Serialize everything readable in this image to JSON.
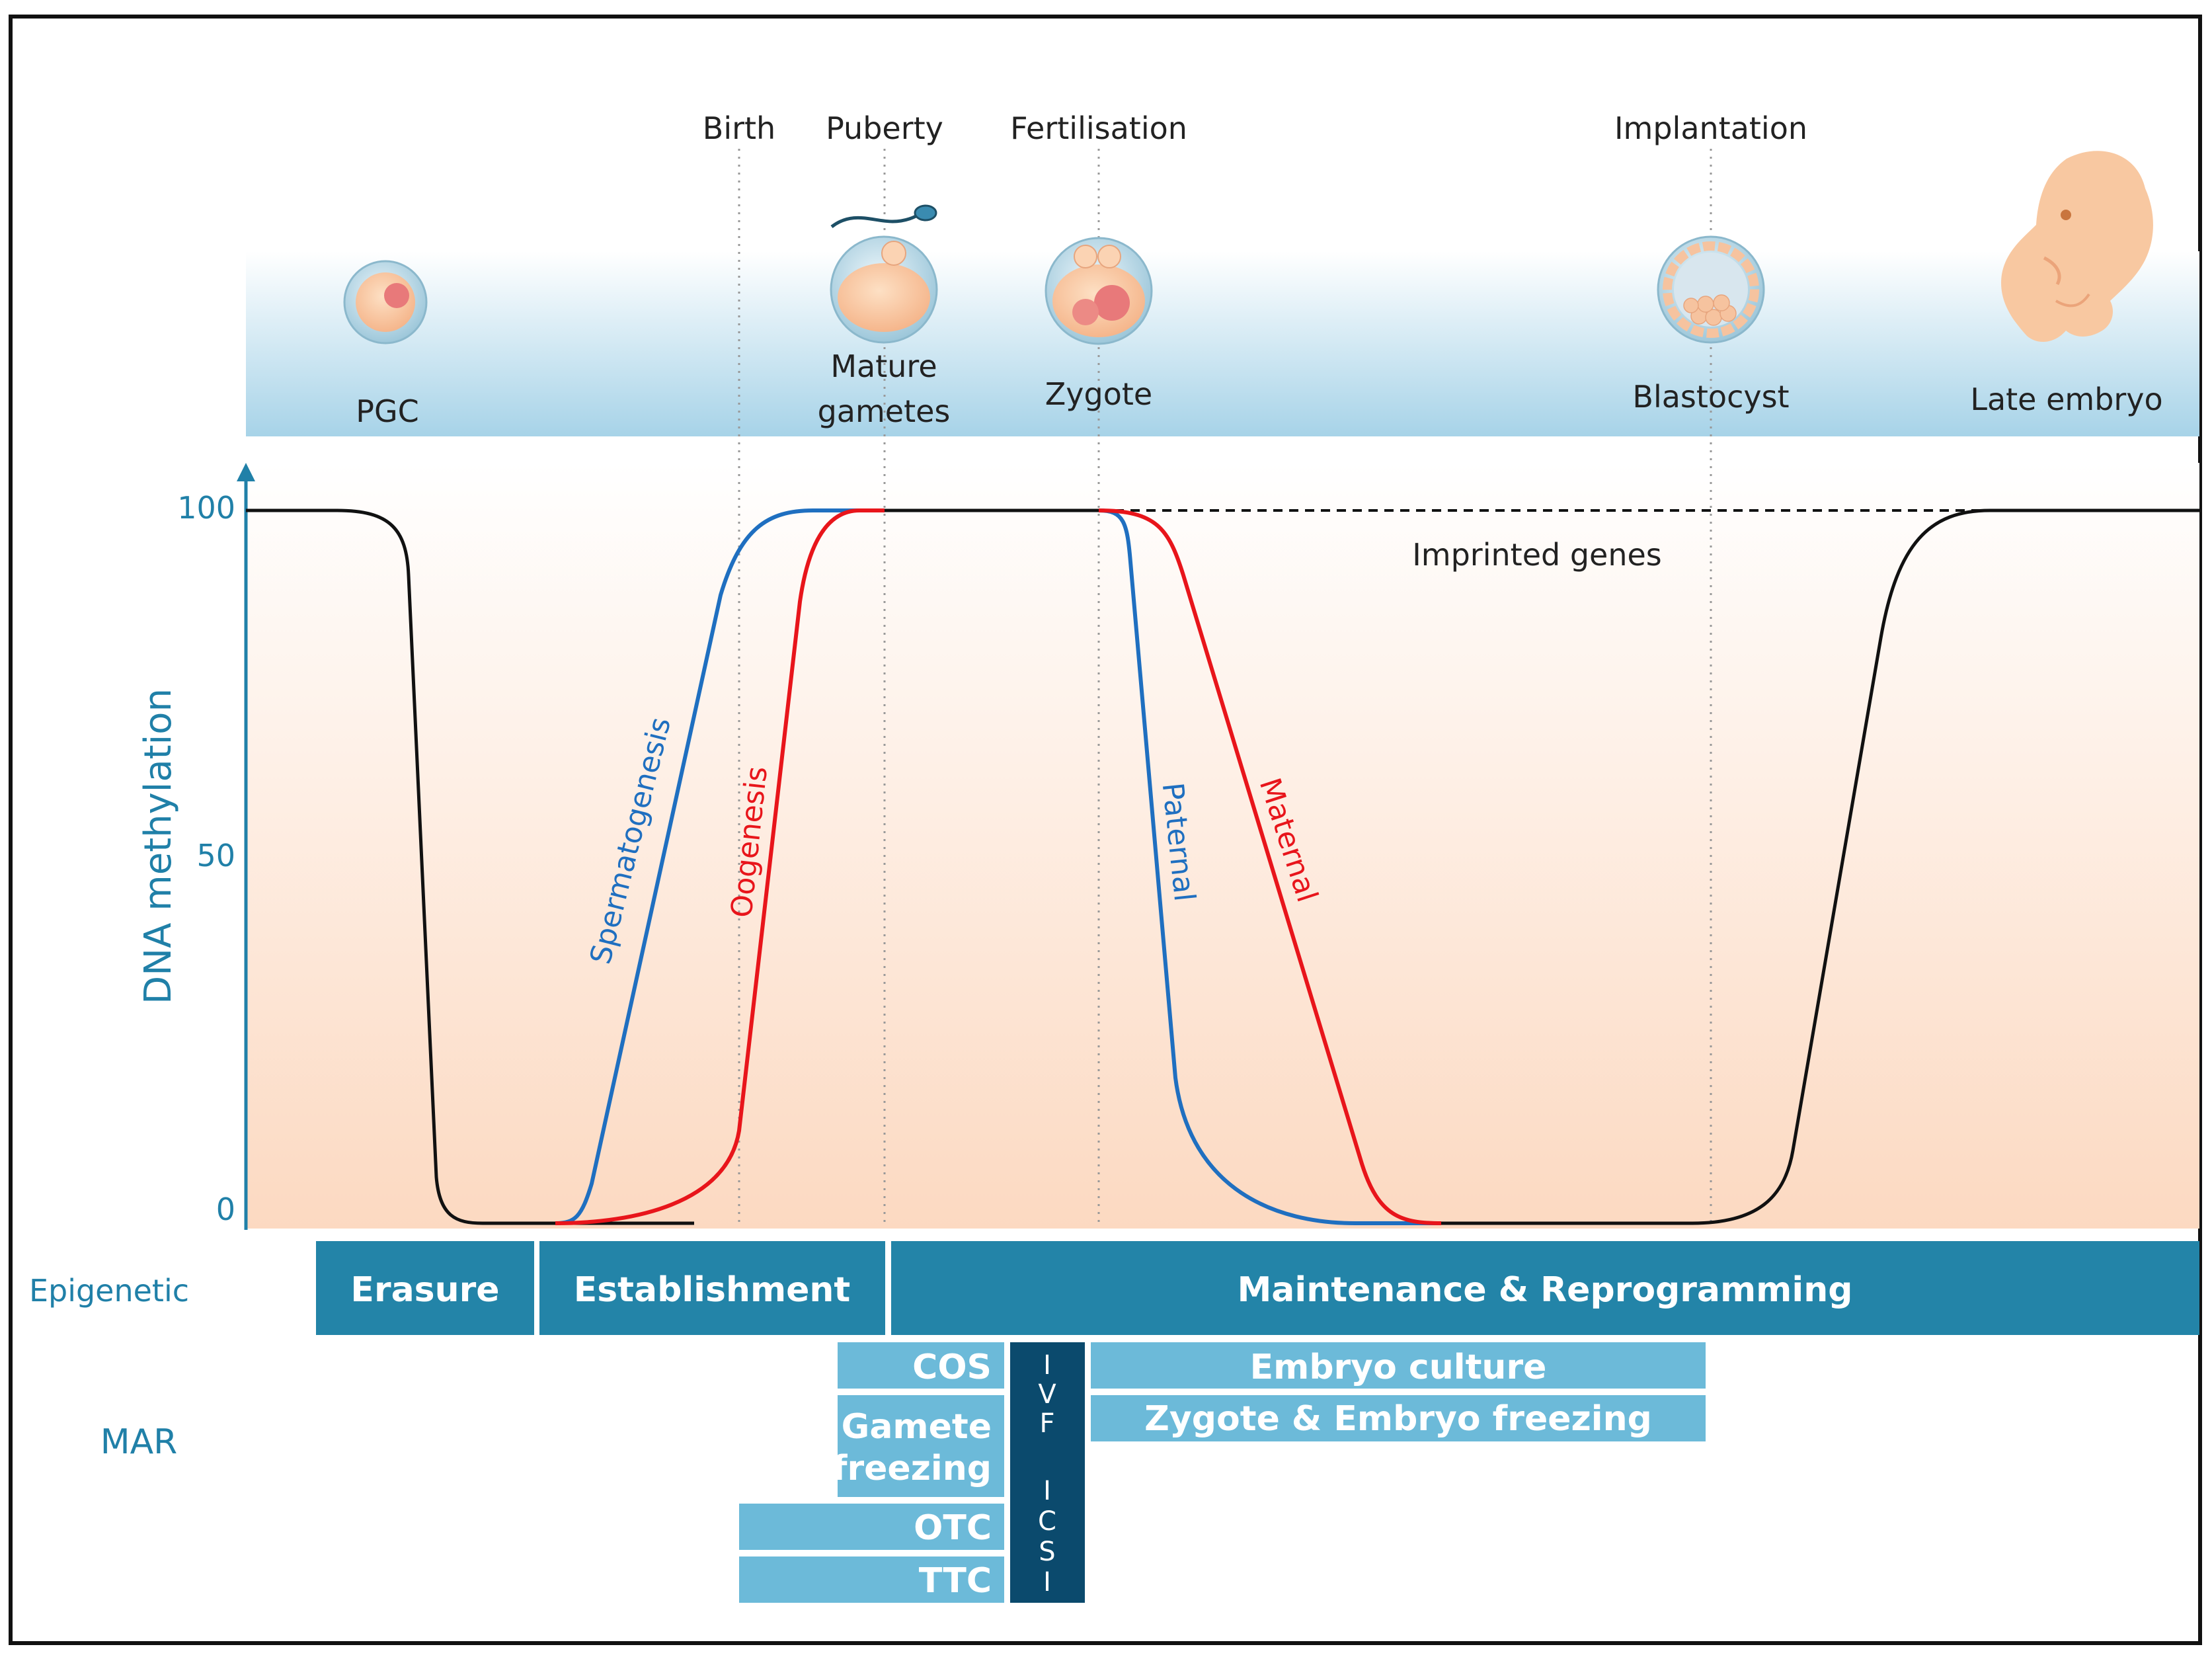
{
  "stages": [
    {
      "key": "pgc",
      "label_lines": [
        "PGC"
      ]
    },
    {
      "key": "gametes",
      "label_lines": [
        "Mature",
        "gametes"
      ]
    },
    {
      "key": "zygote",
      "label_lines": [
        "Zygote"
      ]
    },
    {
      "key": "blastocyst",
      "label_lines": [
        "Blastocyst"
      ]
    },
    {
      "key": "late-embryo",
      "label_lines": [
        "Late embryo"
      ]
    }
  ],
  "events": [
    {
      "key": "birth",
      "label": "Birth"
    },
    {
      "key": "puberty",
      "label": "Puberty"
    },
    {
      "key": "fertilisation",
      "label": "Fertilisation"
    },
    {
      "key": "implantation",
      "label": "Implantation"
    }
  ],
  "axis": {
    "ylabel": "DNA methylation",
    "ticks": [
      "100",
      "50",
      "0"
    ]
  },
  "curve_labels": {
    "spermatogenesis": "Spermatogenesis",
    "oogenesis": "Oogenesis",
    "paternal": "Paternal",
    "maternal": "Maternal",
    "imprinted": "Imprinted genes"
  },
  "rows": {
    "epigenetic": "Epigenetic",
    "mar": "MAR"
  },
  "epigenetic_phases": [
    "Erasure",
    "Establishment",
    "Maintenance & Reprogramming"
  ],
  "mar": {
    "cos": "COS",
    "gamete_freezing": [
      "Gamete",
      "freezing"
    ],
    "otc": "OTC",
    "ttc": "TTC",
    "ivf": [
      "I",
      "V",
      "F"
    ],
    "icsi": [
      "I",
      "C",
      "S",
      "I"
    ],
    "embryo_culture": "Embryo culture",
    "zygote_embryo_freezing": "Zygote & Embryo freezing"
  },
  "colors": {
    "axis_blue": "#2080a8",
    "sperm_blue": "#1f6fc0",
    "oo_red": "#e8151b",
    "phase_bar": "#2384a8",
    "mar_light": "#6cbad9",
    "ivf_dark": "#0b4a6d"
  }
}
